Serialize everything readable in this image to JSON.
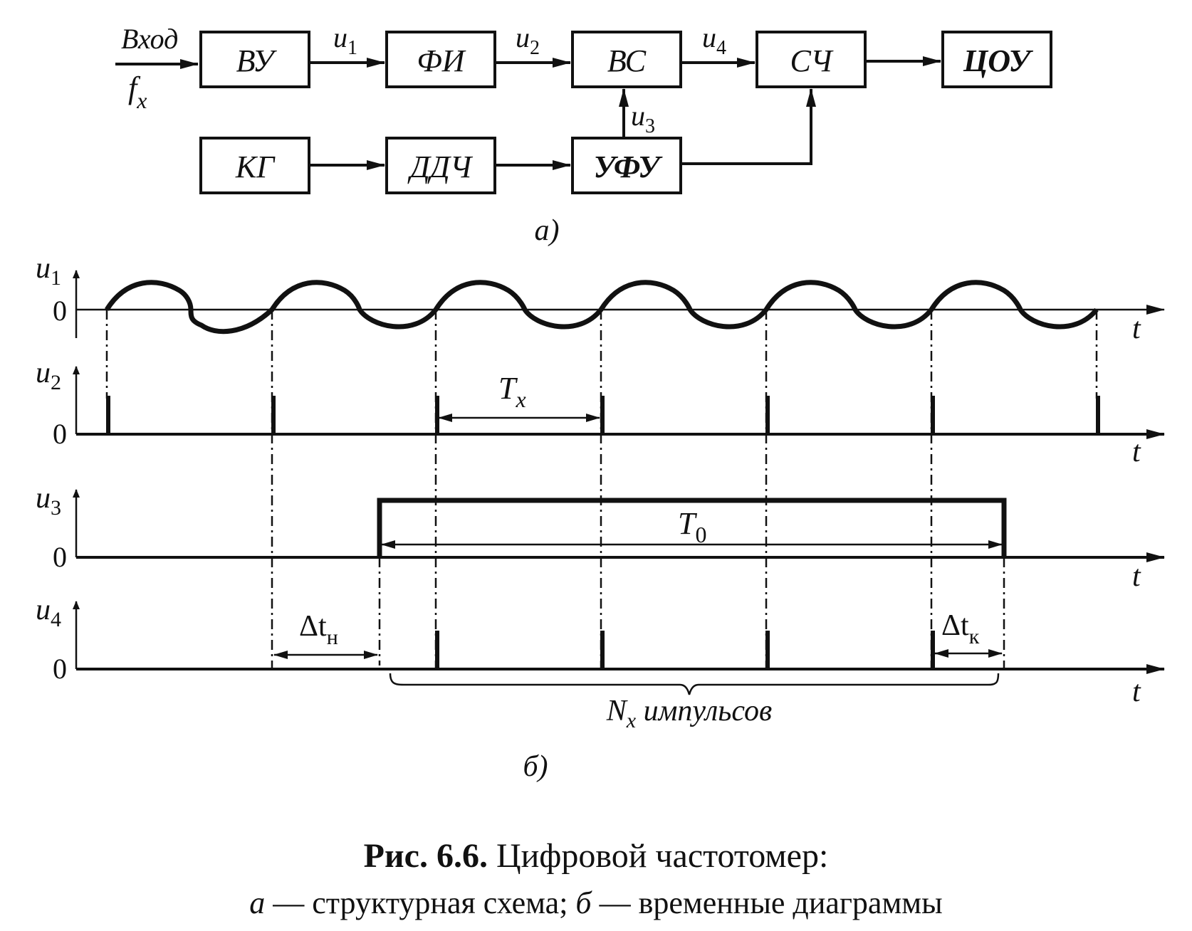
{
  "structure": {
    "input_label": "Вход",
    "input_freq": "f",
    "input_freq_sub": "x",
    "blocks": {
      "vu": "ВУ",
      "fi": "ФИ",
      "vs": "ВС",
      "sch": "СЧ",
      "tsou": "ЦОУ",
      "kg": "КГ",
      "ddch": "ДДЧ",
      "ufu": "УФУ"
    },
    "signals": {
      "u1": "u",
      "u1_sub": "1",
      "u2": "u",
      "u2_sub": "2",
      "u3": "u",
      "u3_sub": "3",
      "u4": "u",
      "u4_sub": "4"
    },
    "panel_label": "а)"
  },
  "timing": {
    "rows": [
      {
        "name": "u",
        "sub": "1",
        "zero": "0",
        "t": "t"
      },
      {
        "name": "u",
        "sub": "2",
        "zero": "0",
        "t": "t"
      },
      {
        "name": "u",
        "sub": "3",
        "zero": "0",
        "t": "t"
      },
      {
        "name": "u",
        "sub": "4",
        "zero": "0",
        "t": "t"
      }
    ],
    "tx": "T",
    "tx_sub": "x",
    "to": "T",
    "to_sub": "0",
    "dtn": "Δt",
    "dtn_sub": "н",
    "dtk": "Δt",
    "dtk_sub": "к",
    "nx": "N",
    "nx_sub": "x",
    "nx_text": " импульсов",
    "panel_label": "б)"
  },
  "caption": {
    "bold": "Рис. 6.6.",
    "title": " Цифровой частотомер:",
    "line2_a": "а",
    "line2_mid": " — структурная схема; ",
    "line2_b": "б",
    "line2_end": " — временные диаграммы"
  }
}
